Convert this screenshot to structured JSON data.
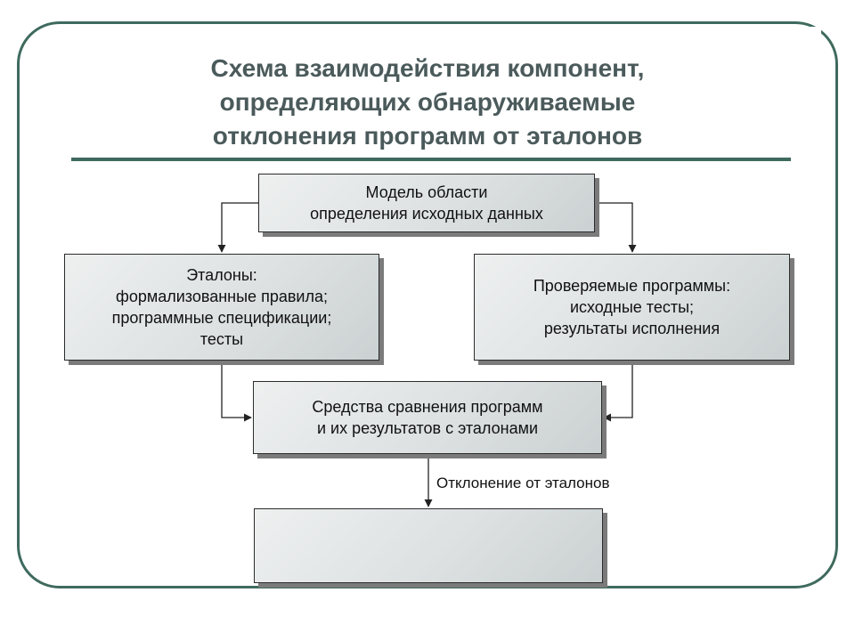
{
  "title": {
    "lines": [
      "Схема взаимодействия компонент,",
      "определяющих обнаруживаемые",
      "отклонения программ от эталонов"
    ]
  },
  "boxes": {
    "model": {
      "lines": [
        "Модель области",
        "определения исходных данных"
      ]
    },
    "etalon": {
      "lines": [
        "Эталоны:",
        "формализованные правила;",
        "программные спецификации;",
        "тесты"
      ]
    },
    "check": {
      "lines": [
        "Проверяемые программы:",
        "исходные тесты;",
        "результаты исполнения"
      ]
    },
    "compare": {
      "lines": [
        "Средства сравнения программ",
        "и их результатов с эталонами"
      ]
    },
    "result": {
      "lines": []
    }
  },
  "edges": {
    "deviation_label": "Отклонение от эталонов"
  },
  "colors": {
    "frame": "#3f6a5e",
    "title": "#4b5a5b",
    "box_border": "#2b2b2b",
    "box_shadow": "#7b7b7b"
  }
}
